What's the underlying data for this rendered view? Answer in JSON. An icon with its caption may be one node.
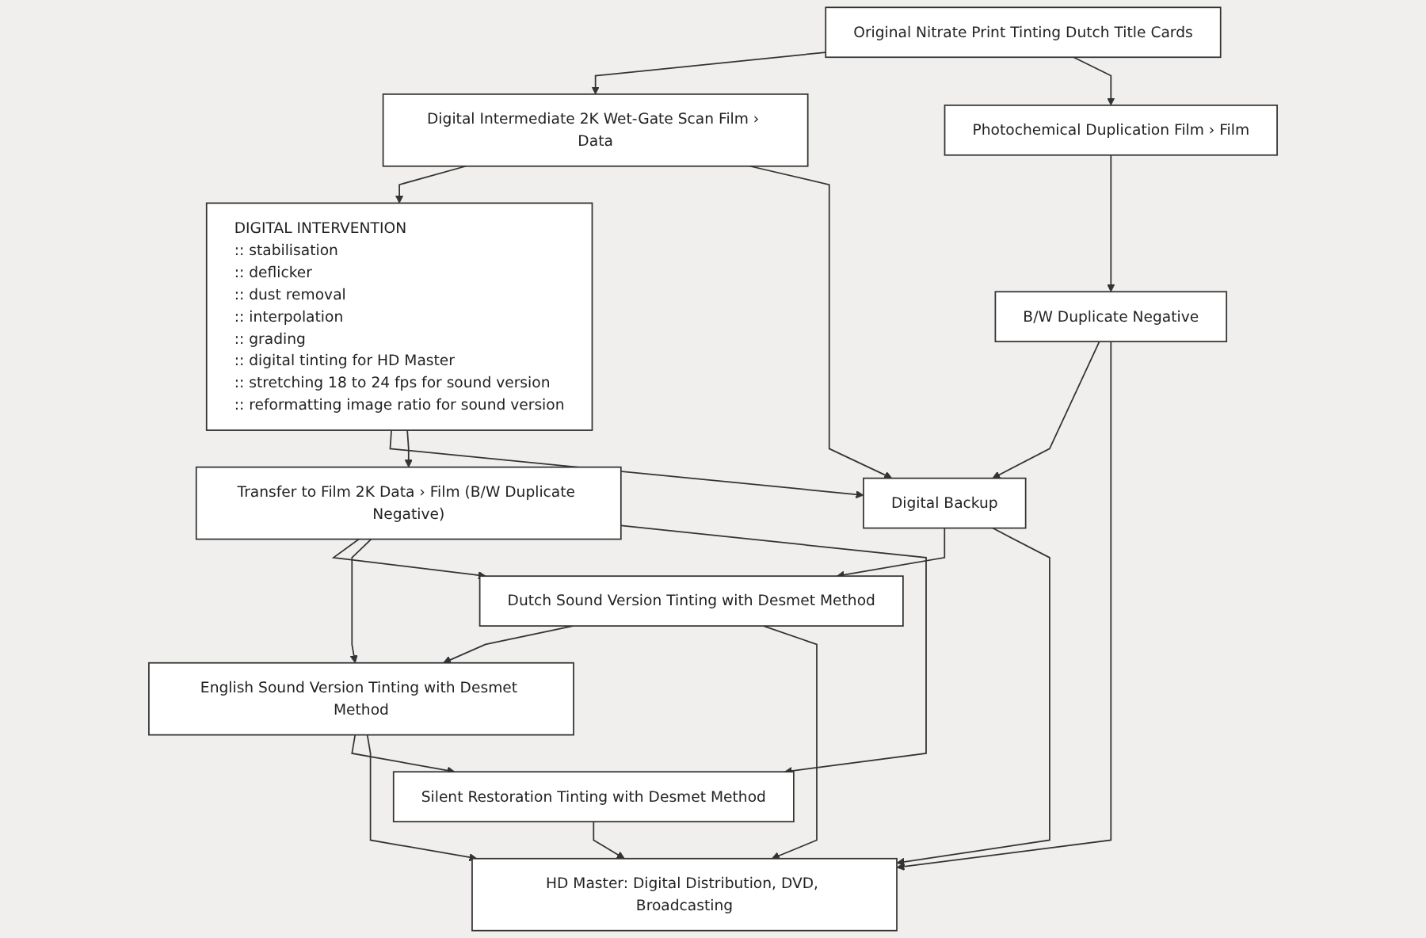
{
  "diagram": {
    "nodes": [
      {
        "text": [
          "Original Nitrate Print Tinting Dutch Title Cards"
        ]
      },
      {
        "text": [
          "Digital Intermediate 2K Wet-Gate Scan Film › Data"
        ]
      },
      {
        "text": [
          "DIGITAL INTERVENTION",
          ":: stabilisation",
          ":: deflicker",
          ":: dust removal",
          ":: interpolation",
          ":: grading",
          ":: digital tinting for HD Master",
          ":: stretching 18 to 24 fps for sound version",
          ":: reformatting image ratio for sound version"
        ]
      },
      {
        "text": [
          "Photochemical Duplication Film › Film"
        ]
      },
      {
        "text": [
          "Transfer to Film 2K Data › Film (B/W Duplicate Negative)"
        ]
      },
      {
        "text": [
          "B/W Duplicate Negative"
        ]
      },
      {
        "text": [
          "Digital Backup"
        ]
      },
      {
        "text": [
          "Dutch Sound Version Tinting with Desmet Method"
        ]
      },
      {
        "text": [
          "English Sound Version Tinting with Desmet Method"
        ]
      },
      {
        "text": [
          "Silent Restoration Tinting with Desmet Method"
        ]
      },
      {
        "text": [
          "HD Master: Digital Distribution, DVD, Broadcasting"
        ]
      }
    ],
    "edges": [
      {
        "from": 0,
        "to": 1,
        "arrow": "to"
      },
      {
        "from": 1,
        "to": 2,
        "arrow": "to"
      },
      {
        "from": 0,
        "to": 3,
        "arrow": "to"
      },
      {
        "from": 3,
        "to": 5,
        "arrow": "to"
      },
      {
        "from": 1,
        "to": 6,
        "arrow": "to"
      },
      {
        "from": 2,
        "to": 6,
        "arrow": "to"
      },
      {
        "from": 2,
        "to": 4,
        "arrow": "to"
      },
      {
        "from": 4,
        "to": 7,
        "arrow": "to"
      },
      {
        "from": 4,
        "to": 8,
        "arrow": "to"
      },
      {
        "from": 4,
        "to": 9,
        "arrow": "to"
      },
      {
        "from": 5,
        "to": 6,
        "arrow": "to"
      },
      {
        "from": 6,
        "to": 7,
        "arrow": "to"
      },
      {
        "from": 7,
        "to": 8,
        "arrow": "to"
      },
      {
        "from": 8,
        "to": 9,
        "arrow": "to"
      },
      {
        "from": 5,
        "to": 10,
        "arrow": "to"
      },
      {
        "from": 6,
        "to": 10,
        "arrow": "to"
      },
      {
        "from": 7,
        "to": 10,
        "arrow": "to"
      },
      {
        "from": 8,
        "to": 10,
        "arrow": "to"
      },
      {
        "from": 9,
        "to": 10,
        "arrow": "to"
      }
    ]
  }
}
